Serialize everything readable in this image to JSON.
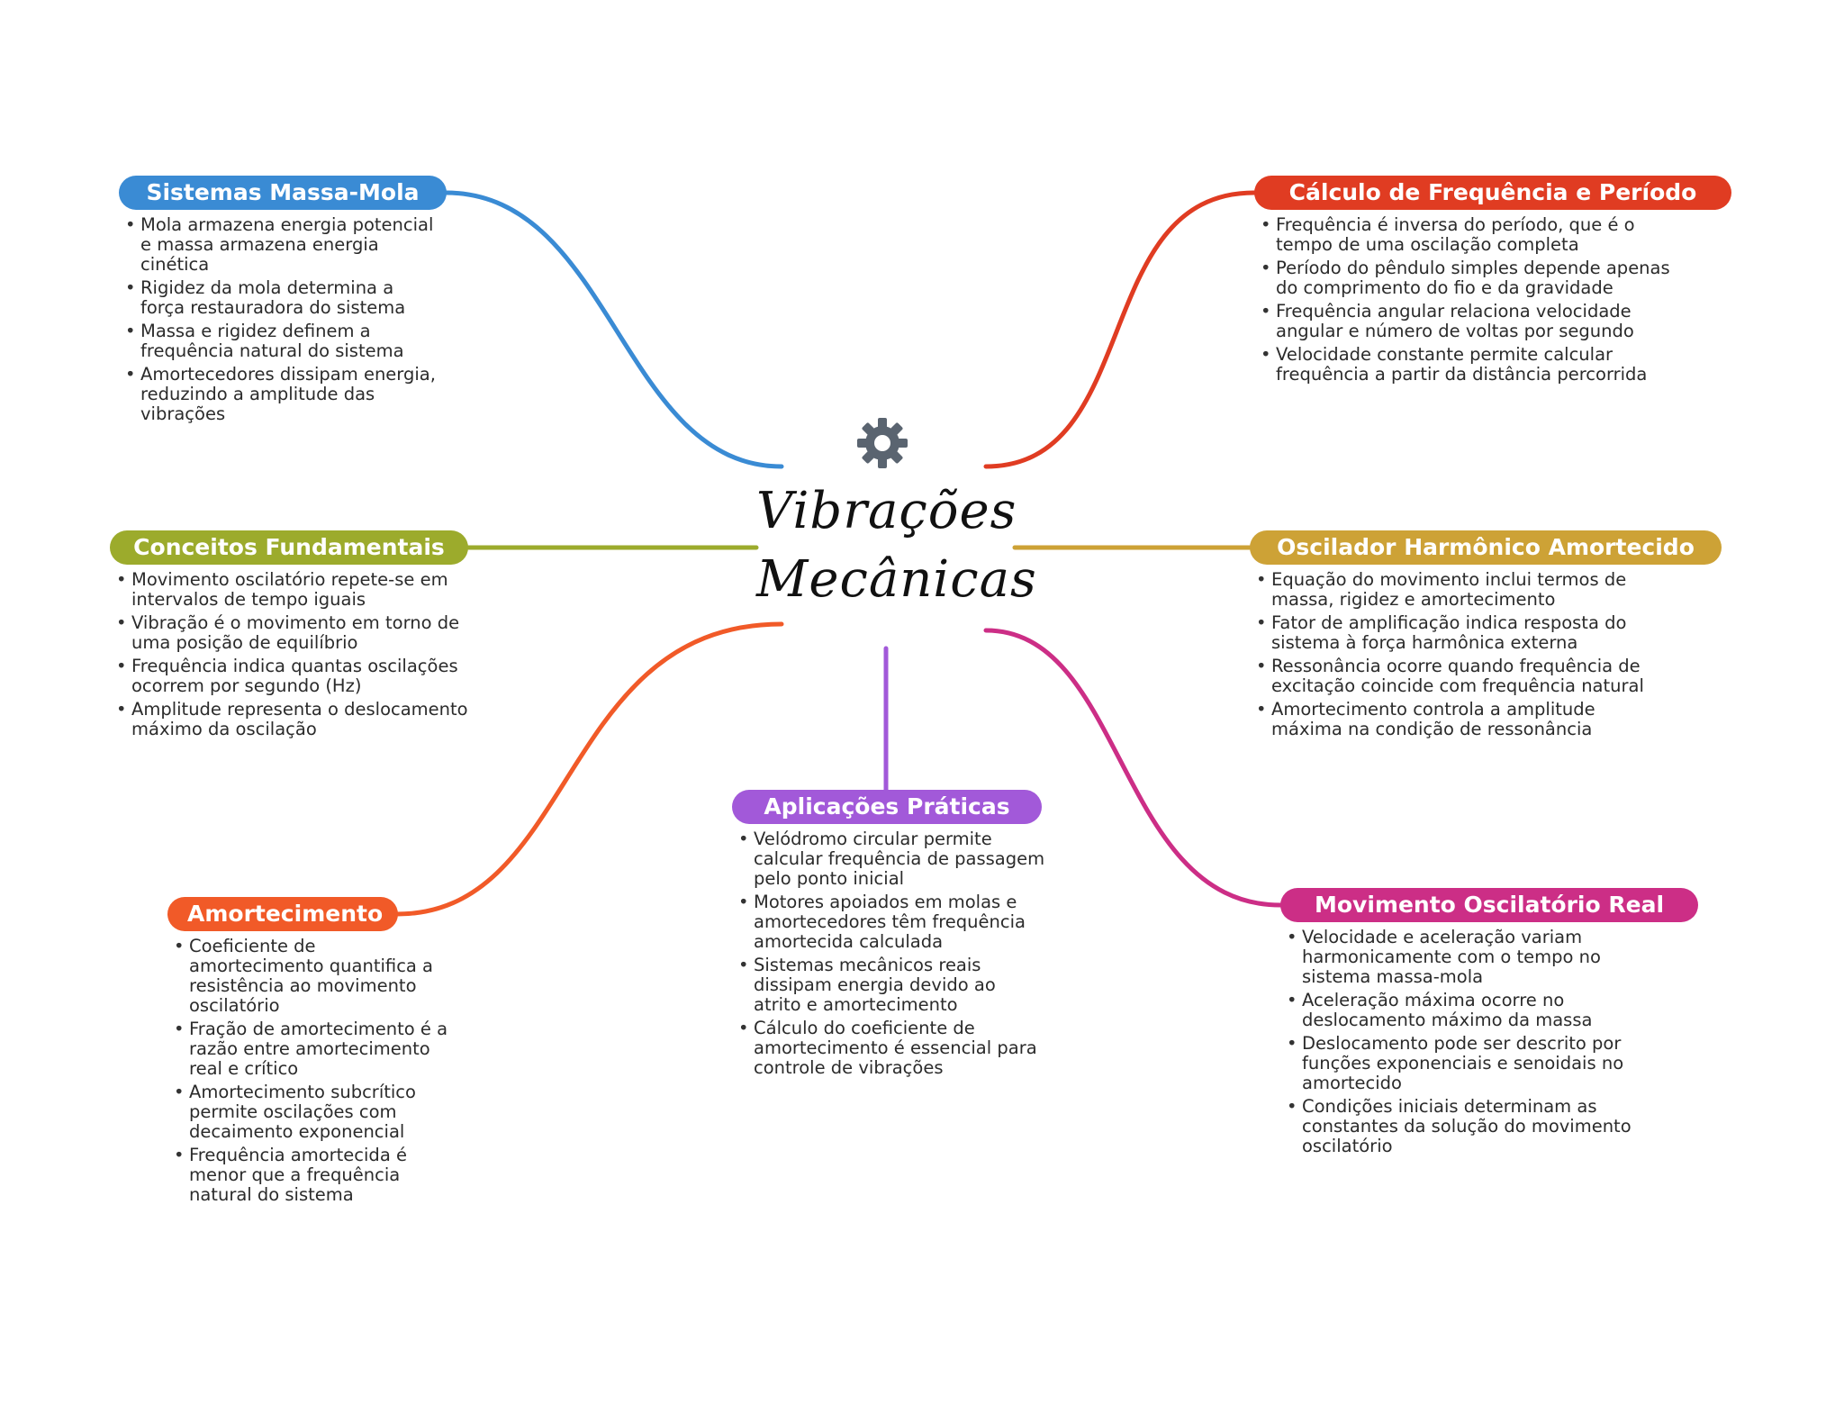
{
  "center": {
    "title": "Vibrações\nMecânicas",
    "icon": "gear-icon",
    "icon_color": "#5a6470"
  },
  "branches": [
    {
      "key": "sistemas",
      "label": "Sistemas Massa-Mola",
      "color": "#3a8bd4",
      "items": [
        "Mola armazena energia potencial e massa armazena energia cinética",
        "Rigidez da mola determina a força restauradora do sistema",
        "Massa e rigidez definem a frequência natural do sistema",
        "Amortecedores dissipam energia, reduzindo a amplitude das vibrações"
      ]
    },
    {
      "key": "calculo",
      "label": "Cálculo de Frequência e Período",
      "color": "#e03c22",
      "items": [
        "Frequência é inversa do período, que é o tempo de uma oscilação completa",
        "Período do pêndulo simples depende apenas do comprimento do fio e da gravidade",
        "Frequência angular relaciona velocidade angular e número de voltas por segundo",
        "Velocidade constante permite calcular frequência a partir da distância percorrida"
      ]
    },
    {
      "key": "conceitos",
      "label": "Conceitos Fundamentais",
      "color": "#9cab2c",
      "items": [
        "Movimento oscilatório repete-se em intervalos de tempo iguais",
        "Vibração é o movimento em torno de uma posição de equilíbrio",
        "Frequência indica quantas oscilações ocorrem por segundo (Hz)",
        "Amplitude representa o deslocamento máximo da oscilação"
      ]
    },
    {
      "key": "oscilador",
      "label": "Oscilador Harmônico Amortecido",
      "color": "#cda236",
      "items": [
        "Equação do movimento inclui termos de massa, rigidez e amortecimento",
        "Fator de amplificação indica resposta do sistema à força harmônica externa",
        "Ressonância ocorre quando frequência de excitação coincide com frequência natural",
        "Amortecimento controla a amplitude máxima na condição de ressonância"
      ]
    },
    {
      "key": "aplicacoes",
      "label": "Aplicações Práticas",
      "color": "#a259d9",
      "items": [
        "Velódromo circular permite calcular frequência de passagem pelo ponto inicial",
        "Motores apoiados em molas e amortecedores têm frequência amortecida calculada",
        "Sistemas mecânicos reais dissipam energia devido ao atrito e amortecimento",
        "Cálculo do coeficiente de amortecimento é essencial para controle de vibrações"
      ]
    },
    {
      "key": "amortecimento",
      "label": "Amortecimento",
      "color": "#f15a28",
      "items": [
        "Coeficiente de amortecimento quantifica a resistência ao movimento oscilatório",
        "Fração de amortecimento é a razão entre amortecimento real e crítico",
        "Amortecimento subcrítico permite oscilações com decaimento exponencial",
        "Frequência amortecida é menor que a frequência natural do sistema"
      ]
    },
    {
      "key": "movimento",
      "label": "Movimento Oscilatório Real",
      "color": "#cc2e86",
      "items": [
        "Velocidade e aceleração variam harmonicamente com o tempo no sistema massa-mola",
        "Aceleração máxima ocorre no deslocamento máximo da massa",
        "Deslocamento pode ser descrito por funções exponenciais e senoidais no amortecido",
        "Condições iniciais determinam as constantes da solução do movimento oscilatório"
      ]
    }
  ]
}
